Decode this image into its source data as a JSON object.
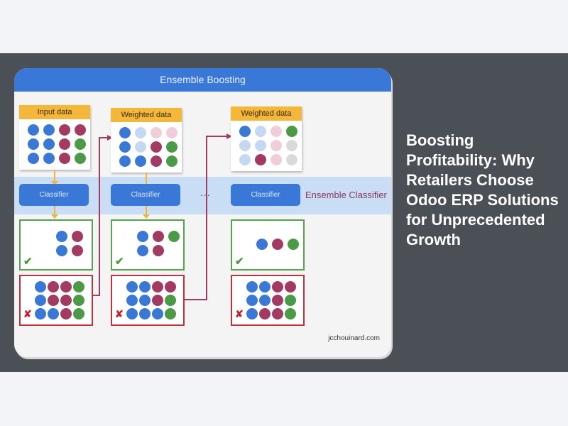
{
  "diagram": {
    "header": "Ensemble Boosting",
    "colors": {
      "blue": "#3a78d8",
      "red": "#a33a62",
      "green": "#4a9a46",
      "light_blue": "#c5d8f2",
      "light_red": "#efcdd9",
      "grey": "#dadada",
      "accent": "#a33a62"
    },
    "stages": [
      {
        "label": "Input data",
        "dots": [
          "blue",
          "blue",
          "red",
          "red",
          "blue",
          "blue",
          "red",
          "green",
          "blue",
          "blue",
          "red",
          "green"
        ],
        "classifier": "Classifier",
        "correct": [
          "blue",
          "red",
          "blue",
          "red"
        ],
        "incorrect": [
          "blue",
          "red",
          "red",
          "green",
          "blue",
          "red",
          "red",
          "green",
          "blue",
          "blue",
          "red",
          "green"
        ]
      },
      {
        "label": "Weighted data",
        "dots": [
          "blue",
          "light_blue",
          "light_red",
          "light_red",
          "blue",
          "light_blue",
          "red",
          "green",
          "blue",
          "blue",
          "red",
          "green"
        ],
        "classifier": "Classifier",
        "correct": [
          "blue",
          "red",
          "green",
          "blue",
          "red"
        ],
        "incorrect": [
          "blue",
          "blue",
          "red",
          "red",
          "blue",
          "blue",
          "red",
          "green",
          "blue",
          "blue",
          "blue",
          "green"
        ]
      },
      {
        "label": "Weighted data",
        "dots": [
          "blue",
          "light_blue",
          "light_red",
          "green",
          "light_blue",
          "light_blue",
          "light_red",
          "grey",
          "light_blue",
          "red",
          "light_red",
          "grey"
        ],
        "classifier": "Classifier",
        "correct": [
          "blue",
          "red",
          "green"
        ],
        "incorrect": [
          "blue",
          "blue",
          "red",
          "red",
          "blue",
          "blue",
          "red",
          "green",
          "blue",
          "red",
          "red",
          "green"
        ]
      }
    ],
    "ellipsis": "...",
    "ensemble_label": "Ensemble Classifier",
    "check_mark": "✔",
    "cross_mark": "✘",
    "credit": "jcchouinard.com"
  },
  "article": {
    "title": "Boosting Profitability: Why Retailers Choose Odoo ERP Solutions for Unprecedented Growth"
  }
}
